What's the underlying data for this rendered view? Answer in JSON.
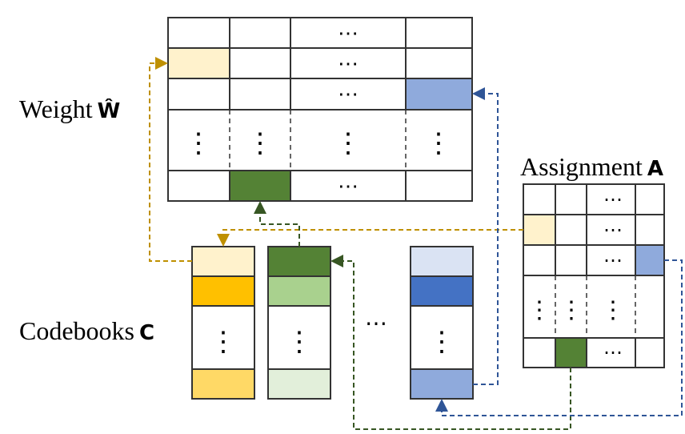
{
  "labels": {
    "weight": "Weight",
    "weight_symbol": "Ŵ",
    "assignment": "Assignment",
    "assignment_symbol": "A",
    "codebooks": "Codebooks",
    "codebooks_symbol": "C"
  },
  "glyphs": {
    "hdots": "⋯",
    "vdots": "⋮"
  },
  "colors": {
    "yellow_light": "#FFF2CC",
    "yellow_strong": "#FFC000",
    "yellow_mid": "#FFD966",
    "green_dark": "#548235",
    "green_mid": "#A9D18E",
    "green_light": "#E2EFDA",
    "blue_light": "#DAE3F3",
    "blue_strong": "#4472C4",
    "blue_mid": "#8FAADC",
    "arrow_yellow": "#BF9000",
    "arrow_green": "#375623",
    "arrow_blue": "#2F5597"
  }
}
